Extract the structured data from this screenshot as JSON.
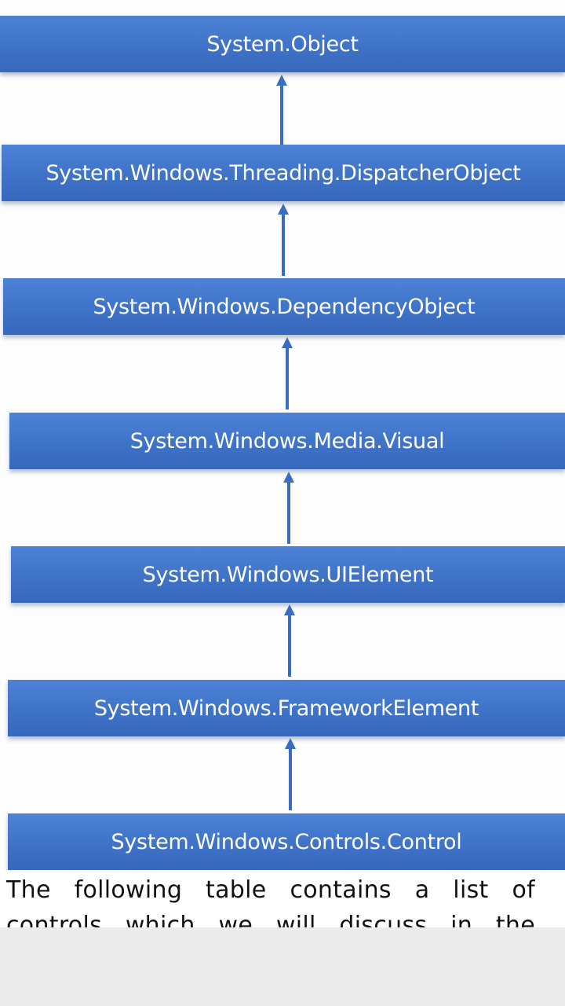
{
  "diagram": {
    "nodes": [
      "System.Object",
      "System.Windows.Threading.DispatcherObject",
      "System.Windows.DependencyObject",
      "System.Windows.Media.Visual",
      "System.Windows.UIElement",
      "System.Windows.FrameworkElement",
      "System.Windows.Controls.Control"
    ],
    "edges": [
      {
        "from": "System.Windows.Threading.DispatcherObject",
        "to": "System.Object"
      },
      {
        "from": "System.Windows.DependencyObject",
        "to": "System.Windows.Threading.DispatcherObject"
      },
      {
        "from": "System.Windows.Media.Visual",
        "to": "System.Windows.DependencyObject"
      },
      {
        "from": "System.Windows.UIElement",
        "to": "System.Windows.Media.Visual"
      },
      {
        "from": "System.Windows.FrameworkElement",
        "to": "System.Windows.UIElement"
      },
      {
        "from": "System.Windows.Controls.Control",
        "to": "System.Windows.FrameworkElement"
      }
    ],
    "box_color": "#3f73c8",
    "arrow_color": "#3a6cc2"
  },
  "body_text": "The following table contains a list of controls which we will discuss in the subsequent"
}
